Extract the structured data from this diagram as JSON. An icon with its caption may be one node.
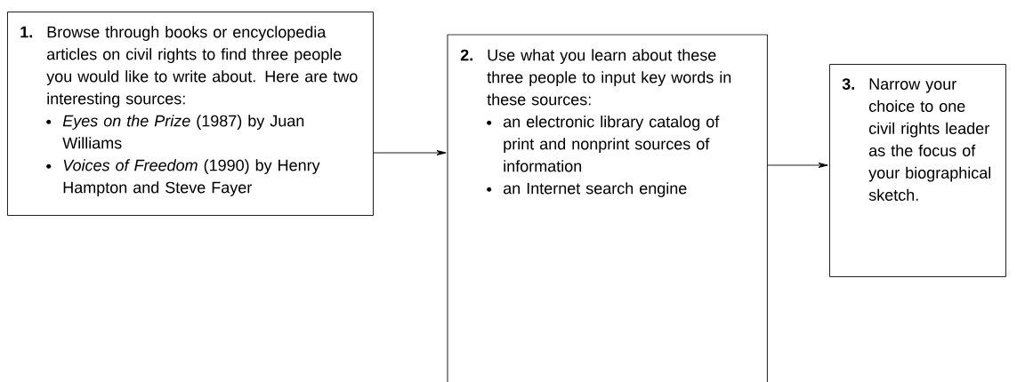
{
  "diagram": {
    "nodes": [
      {
        "text": [
          "1.",
          "Browse through books or encyclopedia articles on civil rights to find three people you would like to write about. Here are two interesting sources:",
          "*Eyes on the Prize* (1987) by Juan Williams",
          "*Voices of Freedom* (1990) by Henry Hampton and Steve Fayer"
        ]
      },
      {
        "text": [
          "2.",
          "Use what you learn about these three people to input key words in these sources:",
          "an electronic library catalog of print and nonprint sources of information",
          "an Internet search engine"
        ]
      },
      {
        "text": [
          "3.",
          "Narrow your choice to one civil rights leader as the focus of your biographical sketch."
        ]
      }
    ],
    "edges": [
      {
        "from": 0,
        "to": 1,
        "arrow": "to"
      },
      {
        "from": 1,
        "to": 2,
        "arrow": "to"
      }
    ]
  }
}
